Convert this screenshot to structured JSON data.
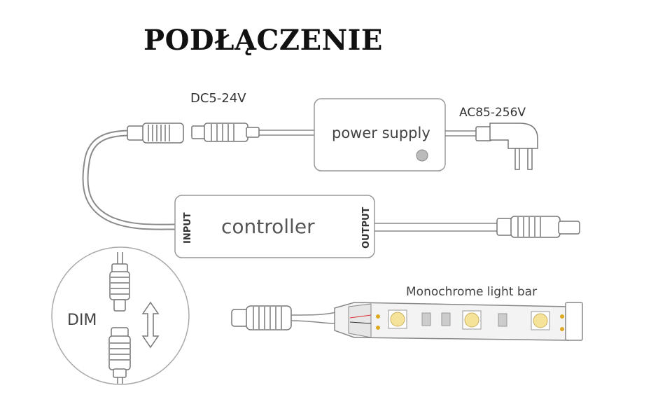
{
  "title": "PODŁĄCZENIE",
  "labels": {
    "dc_voltage": "DC5-24V",
    "ac_voltage": "AC85-256V",
    "power_supply": "power supply",
    "controller": "controller",
    "input": "INPUT",
    "output": "OUTPUT",
    "dim": "DIM",
    "light_bar": "Monochrome light bar"
  }
}
